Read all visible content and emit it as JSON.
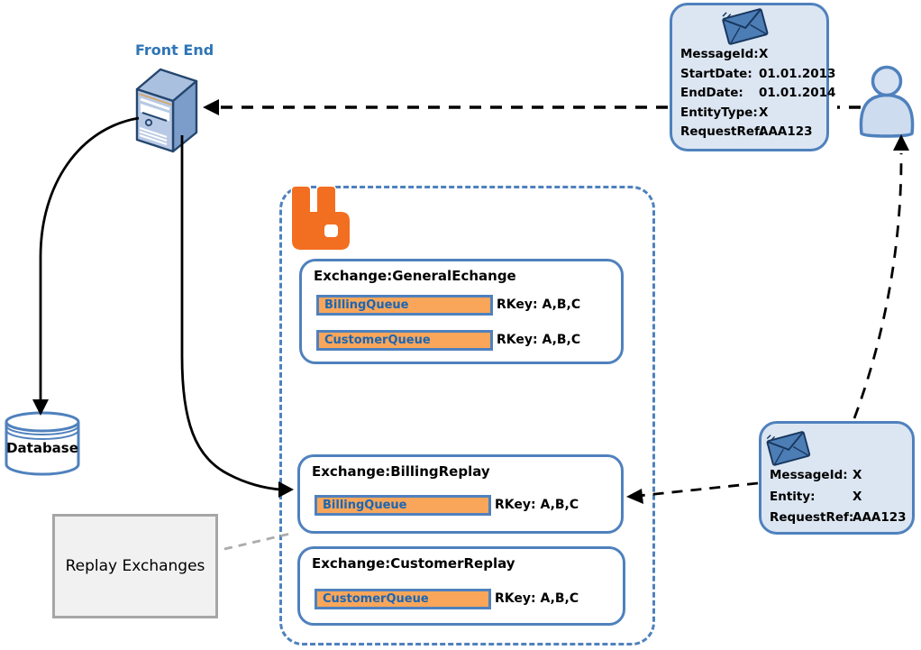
{
  "diagram": {
    "front_end_label": "Front End",
    "database_label": "Database",
    "replay_exchanges_label": "Replay Exchanges",
    "broker": {
      "logo_icon": "rabbitmq-icon",
      "exchanges": [
        {
          "title": "Exchange:GeneralEchange",
          "queues": [
            {
              "name": "BillingQueue",
              "rkey": "RKey: A,B,C"
            },
            {
              "name": "CustomerQueue",
              "rkey": "RKey: A,B,C"
            }
          ]
        },
        {
          "title": "Exchange:BillingReplay",
          "queues": [
            {
              "name": "BillingQueue",
              "rkey": "RKey: A,B,C"
            }
          ]
        },
        {
          "title": "Exchange:CustomerReplay",
          "queues": [
            {
              "name": "CustomerQueue",
              "rkey": "RKey: A,B,C"
            }
          ]
        }
      ]
    },
    "request_message": {
      "icon": "envelope-icon",
      "rows": [
        {
          "label": "MessageId:",
          "value": "X"
        },
        {
          "label": "StartDate:",
          "value": "01.01.2013"
        },
        {
          "label": "EndDate:",
          "value": "01.01.2014"
        },
        {
          "label": "EntityType:",
          "value": "X"
        },
        {
          "label": "RequestRef:",
          "value": "AAA123"
        }
      ]
    },
    "replay_message": {
      "icon": "envelope-icon",
      "rows": [
        {
          "label": "MessageId:",
          "value": "X"
        },
        {
          "label": "Entity:",
          "value": "X"
        },
        {
          "label": "RequestRef:",
          "value": "AAA123"
        }
      ]
    },
    "colors": {
      "accent_blue": "#4F81BD",
      "card_fill": "#DCE6F2",
      "queue_fill": "#F9A65A",
      "rabbit_orange": "#F26F21",
      "queue_text_blue": "#1B66B3",
      "frontend_label_blue": "#2E75B6",
      "gray_box_fill": "#F1F1F1"
    }
  }
}
